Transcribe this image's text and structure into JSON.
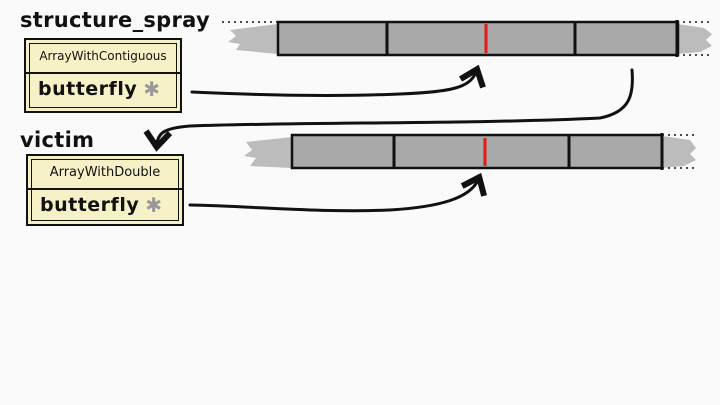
{
  "objects": [
    {
      "name": "structure_spray",
      "type_label": "ArrayWithContiguous",
      "field_label": "butterfly",
      "pointer_glyph": "✱"
    },
    {
      "name": "victim",
      "type_label": "ArrayWithDouble",
      "field_label": "butterfly",
      "pointer_glyph": "✱"
    }
  ],
  "colors": {
    "background": "#fafafa",
    "object_fill": "#f6f1c6",
    "buffer_fill": "#a9a9a9",
    "smear": "#b9b9b9",
    "outline": "#111111",
    "highlight": "#e01b1b"
  }
}
